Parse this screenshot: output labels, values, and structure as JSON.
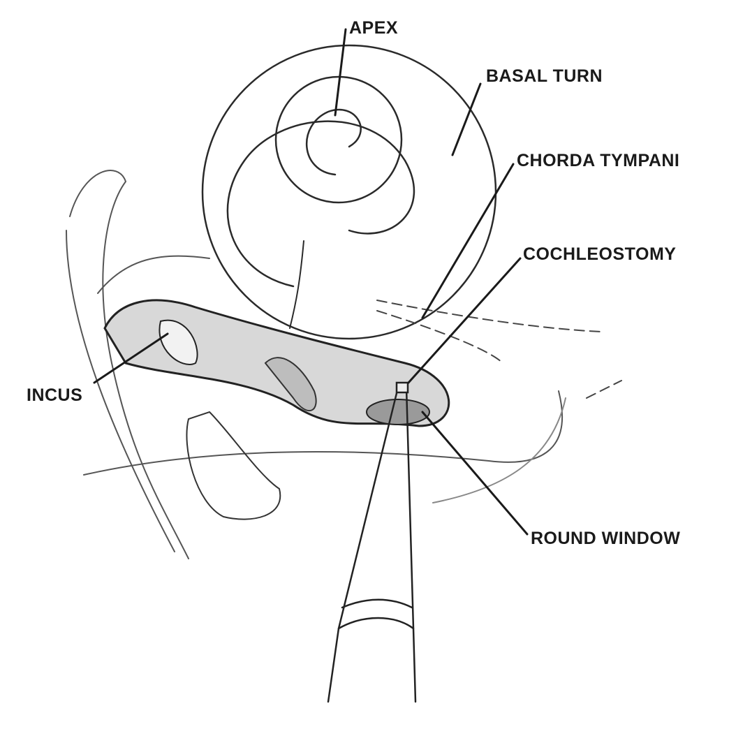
{
  "labels": {
    "apex": "APEX",
    "basal_turn": "BASAL TURN",
    "chorda_tympani": "CHORDA TYMPANI",
    "cochleostomy": "COCHLEOSTOMY",
    "incus": "INCUS",
    "round_window": "ROUND WINDOW"
  },
  "colors": {
    "ink": "#1a1a1a",
    "shade": "#8a8a8a",
    "background": "#ffffff"
  }
}
